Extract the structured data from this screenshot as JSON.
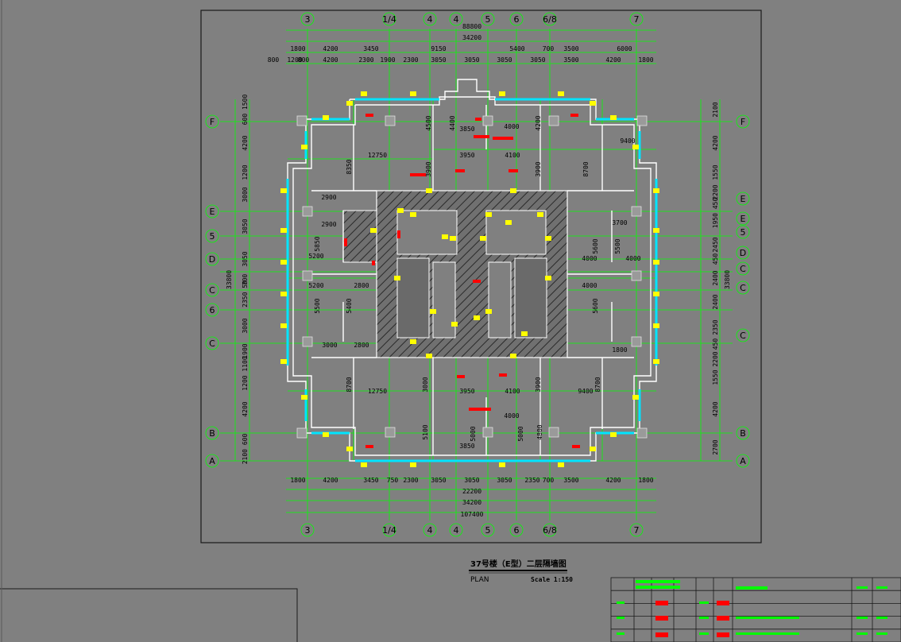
{
  "drawing": {
    "title": "37号楼（E型）二层隔墙图",
    "subtitle": "PLAN",
    "scale": "Scale 1:150"
  },
  "colors": {
    "background": "#808080",
    "frame": "#1a1a1a",
    "dimension": "#00ff00",
    "wall": "#ffffff",
    "window": "#00e5ff",
    "column": "#ffff00",
    "red": "#ff0000",
    "core_hatch": "#4a4a4a",
    "text": "#000000"
  },
  "axes": {
    "top": [
      "3",
      "1/4",
      "4",
      "4",
      "5",
      "6",
      "6/8",
      "7"
    ],
    "bottom": [
      "3",
      "1/4",
      "4",
      "4",
      "5",
      "6",
      "6/8",
      "7"
    ],
    "left": [
      "F",
      "E",
      "5",
      "D",
      "C",
      "6",
      "C",
      "B",
      "A"
    ],
    "right": [
      "F",
      "E",
      "E",
      "5",
      "D",
      "C",
      "C",
      "C",
      "B",
      "A"
    ]
  },
  "dims": {
    "top_row1": [
      "88800"
    ],
    "top_row2": [
      "34200"
    ],
    "top_row3": [
      "1800",
      "4200",
      "3450",
      "9150",
      "5400",
      "700",
      "3500",
      "6000"
    ],
    "top_row4": [
      "800",
      "1200",
      "800",
      "4200",
      "2300",
      "1900",
      "2300",
      "3050",
      "3050",
      "3050",
      "3050",
      "3500",
      "4200",
      "1800"
    ],
    "bottom_row1": [
      "1800",
      "4200",
      "3450",
      "750",
      "2300",
      "3050",
      "3050",
      "3050",
      "2350",
      "700",
      "3500",
      "4200",
      "1800"
    ],
    "bottom_row2": [
      "22200"
    ],
    "bottom_row3": [
      "34200"
    ],
    "bottom_row4": [
      "107400"
    ],
    "left_col": [
      "600 1500",
      "4200",
      "1200",
      "3000",
      "3050",
      "3050",
      "700",
      "2350 50",
      "3000",
      "1900",
      "1200 1100",
      "4200",
      "2100 600"
    ],
    "left_total": "33800",
    "right_col": [
      "2100",
      "4200",
      "1550",
      "2200",
      "1950 450",
      "2450",
      "450",
      "2400",
      "2400",
      "2350",
      "450",
      "2200",
      "1550",
      "4200",
      "2700"
    ],
    "right_total": "33800",
    "interior": [
      "12750",
      "8350",
      "3900",
      "4500",
      "4400",
      "3850",
      "4000",
      "4200",
      "3950",
      "4100",
      "3900",
      "8700",
      "9400",
      "2900",
      "2900",
      "5850",
      "5200",
      "5200",
      "2800",
      "5500",
      "5400",
      "3000",
      "2800",
      "5600",
      "4000",
      "4000",
      "5600",
      "4000",
      "3700",
      "5500",
      "1800",
      "12750",
      "8700",
      "3000",
      "3950",
      "4100",
      "3900",
      "9400",
      "8700",
      "4000",
      "5100",
      "5000",
      "5000",
      "4800",
      "3850"
    ]
  },
  "title_block": {
    "rows": 5
  }
}
